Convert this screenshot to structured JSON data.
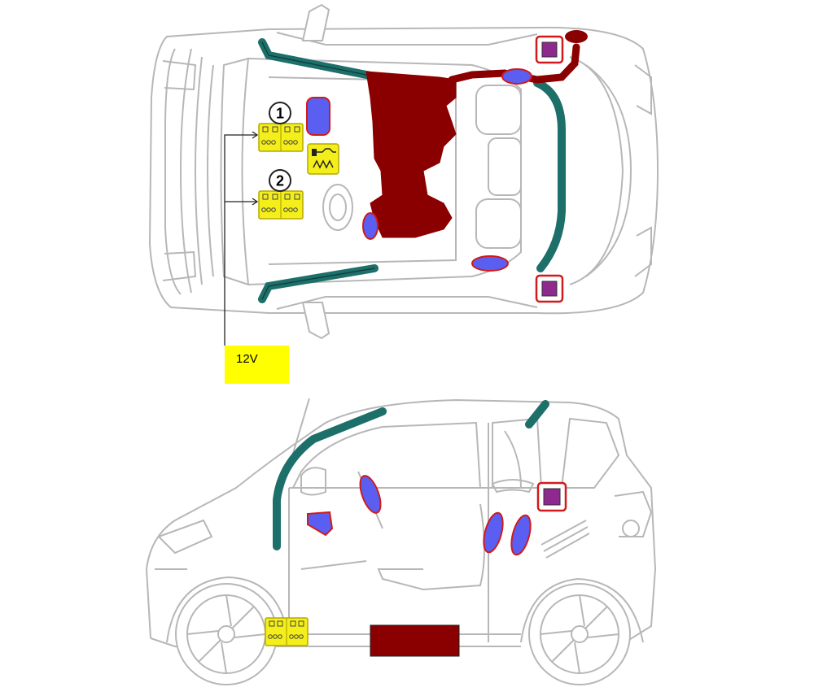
{
  "diagram": {
    "callouts": [
      "1",
      "2"
    ],
    "voltage_label": "12V"
  },
  "colors": {
    "outline": "#b7b7b7",
    "battery": "#f4ef1a",
    "battery_stroke": "#b5a800",
    "reinforcement": "#1d6f6a",
    "airbag": "#5a5ff2",
    "airbag_stroke": "#d11a1a",
    "fuel_tank": "#8a0000",
    "gas_generator": "#8e2a8e",
    "gas_generator_frame": "#d11a1a",
    "label_box": "#ffff00"
  },
  "icons": {
    "battery": "battery-icon",
    "igniter": "pyro-igniter-icon"
  }
}
